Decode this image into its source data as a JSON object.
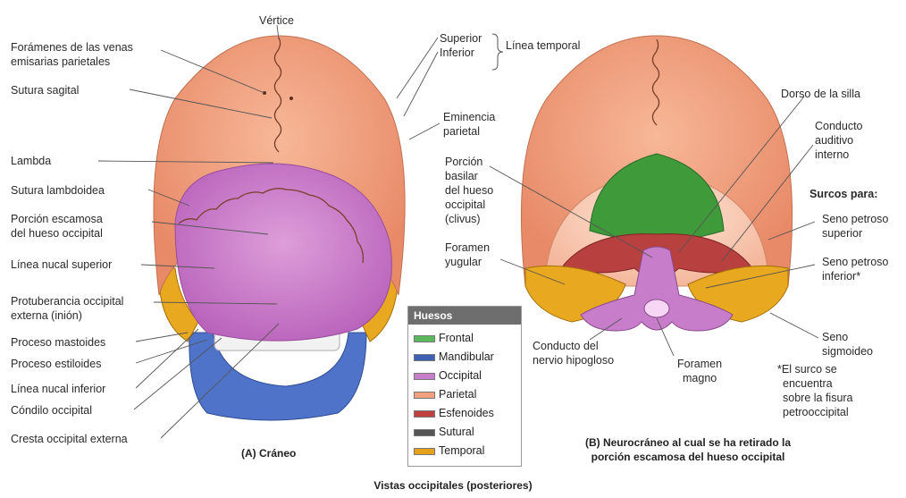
{
  "labels_a": {
    "vertice": "Vértice",
    "foramenes_1": "Forámenes de las venas",
    "foramenes_2": "emisarias parietales",
    "sutura_sagital": "Sutura sagital",
    "lambda": "Lambda",
    "sutura_lambdoidea": "Sutura lambdoidea",
    "porcion_escamosa_1": "Porción escamosa",
    "porcion_escamosa_2": "del hueso occipital",
    "linea_nucal_superior": "Línea nucal superior",
    "protuberancia_1": "Protuberancia occipital",
    "protuberancia_2": "externa (inión)",
    "proceso_mastoides": "Proceso mastoides",
    "proceso_estiloides": "Proceso estiloides",
    "linea_nucal_inferior": "Línea nucal inferior",
    "condilo_occipital": "Cóndilo occipital",
    "cresta_occipital": "Cresta occipital externa",
    "superior": "Superior",
    "inferior": "Inferior",
    "linea_temporal": "Línea temporal",
    "eminencia_1": "Eminencia",
    "eminencia_2": "parietal"
  },
  "labels_b": {
    "porcion_basilar_1": "Porción",
    "porcion_basilar_2": "basilar",
    "porcion_basilar_3": "del hueso",
    "porcion_basilar_4": "occipital",
    "porcion_basilar_5": "(clivus)",
    "foramen_yugular_1": "Foramen",
    "foramen_yugular_2": "yugular",
    "dorso_silla": "Dorso de la silla",
    "conducto_auditivo_1": "Conducto",
    "conducto_auditivo_2": "auditivo",
    "conducto_auditivo_3": "interno",
    "surcos_para": "Surcos para:",
    "seno_petroso_sup_1": "Seno petroso",
    "seno_petroso_sup_2": "superior",
    "seno_petroso_inf_1": "Seno petroso",
    "seno_petroso_inf_2": "inferior*",
    "seno_sigmoideo_1": "Seno",
    "seno_sigmoideo_2": "sigmoideo",
    "nota_1": "*El surco se",
    "nota_2": "encuentra",
    "nota_3": "sobre la fisura",
    "nota_4": "petrooccipital",
    "conducto_hipogloso_1": "Conducto del",
    "conducto_hipogloso_2": "nervio hipogloso",
    "foramen_magno_1": "Foramen",
    "foramen_magno_2": "magno"
  },
  "captions": {
    "a": "(A) Cráneo",
    "b_1": "(B) Neurocráneo al cual se ha retirado la",
    "b_2": "porción escamosa del hueso occipital",
    "main": "Vistas occipitales (posteriores)"
  },
  "legend": {
    "title": "Huesos",
    "items": [
      {
        "label": "Frontal",
        "color": "#5cb85c"
      },
      {
        "label": "Mandibular",
        "color": "#3f5fb5"
      },
      {
        "label": "Occipital",
        "color": "#c77dc9"
      },
      {
        "label": "Parietal",
        "color": "#f2a07e"
      },
      {
        "label": "Esfenoides",
        "color": "#c0403f"
      },
      {
        "label": "Sutural",
        "color": "#555555"
      },
      {
        "label": "Temporal",
        "color": "#e6a21a"
      }
    ]
  },
  "colors": {
    "parietal": "#f2a07e",
    "occipital": "#c77dc9",
    "mandible": "#4a6fc4",
    "temporal": "#e8a81f",
    "sphenoid": "#b8403f",
    "frontal": "#3f9a3a"
  }
}
